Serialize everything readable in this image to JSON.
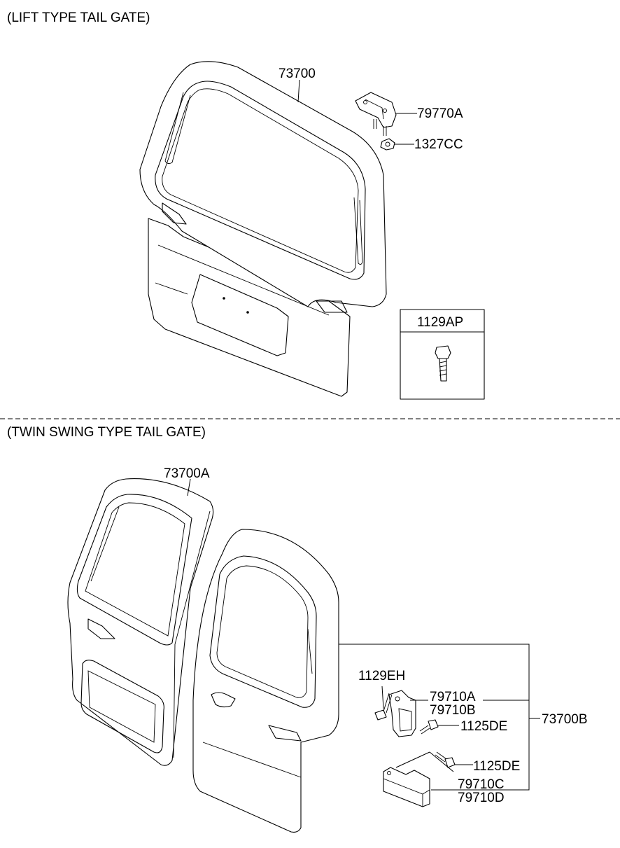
{
  "sections": {
    "lift": {
      "title": "(LIFT TYPE TAIL GATE)"
    },
    "twin": {
      "title": "(TWIN SWING TYPE TAIL GATE)"
    }
  },
  "parts": {
    "p73700": "73700",
    "p79770A": "79770A",
    "p1327CC": "1327CC",
    "p1129AP": "1129AP",
    "p73700A": "73700A",
    "p73700B": "73700B",
    "p1129EH": "1129EH",
    "p79710A": "79710A",
    "p79710B": "79710B",
    "p1125DE_1": "1125DE",
    "p1125DE_2": "1125DE",
    "p79710C": "79710C",
    "p79710D": "79710D"
  },
  "icons": [
    "tail-gate-drawing",
    "hinge-drawing",
    "bolt-drawing",
    "nut-drawing",
    "stopper-drawing"
  ]
}
